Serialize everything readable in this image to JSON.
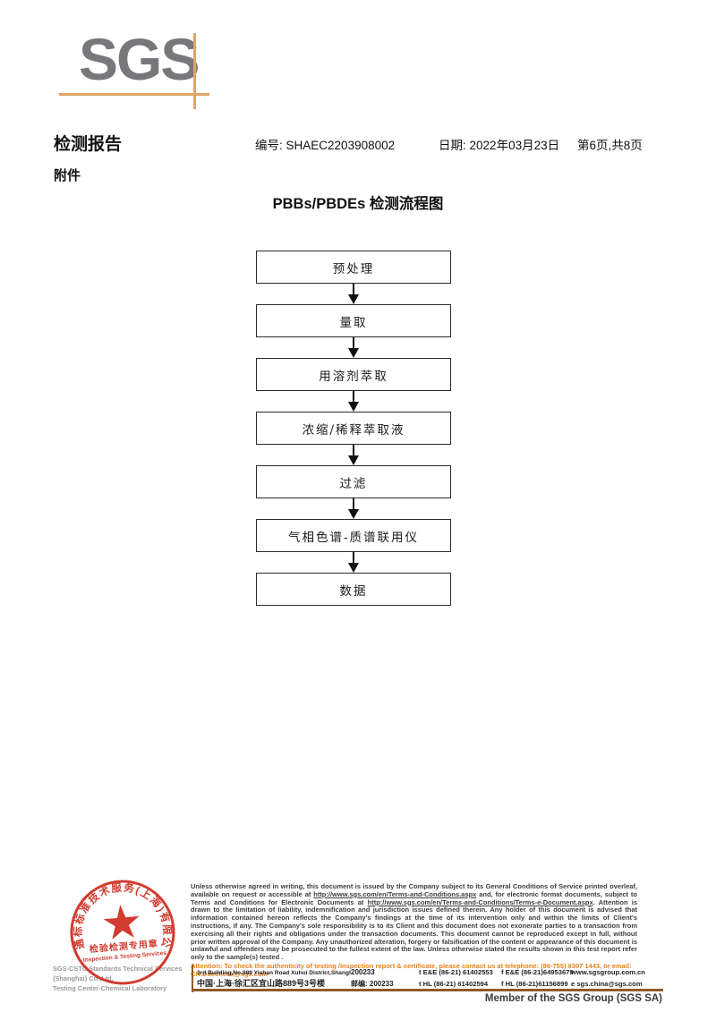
{
  "colors": {
    "stamp-red": "#cf2e21",
    "attention-orange": "#e8821e",
    "logo-gray": "#77787b",
    "tan": "#e2a368",
    "rule-brown": "#8f5a28"
  },
  "logo": {
    "text": "SGS"
  },
  "header": {
    "report_title": "检测报告",
    "no_label": "编号:",
    "no_value": "SHAEC2203908002",
    "date_label": "日期:",
    "date_value": "2022年03月23日",
    "page_info": "第6页,共8页",
    "attachment_label": "附件"
  },
  "flowchart": {
    "title": "PBBs/PBDEs 检测流程图",
    "steps": [
      "预处理",
      "量取",
      "用溶剂萃取",
      "浓缩/稀释萃取液",
      "过滤",
      "气相色谱-质谱联用仪",
      "数据"
    ]
  },
  "stamp": {
    "ring_text": "通标标准技术服务(上海)有限公司",
    "center_cn": "检验检测专用章",
    "center_en": "Inspection & Testing Services",
    "company_line1": "SGS-CSTC Standards Technical Services (Shanghai) Co.,Ltd.",
    "company_line2": "Testing Center-Chemical Laboratory"
  },
  "footer": {
    "legal_segments": [
      {
        "text": "Unless otherwise agreed in writing, this document is issued by the Company subject to its General Conditions of Service printed overleaf, available on request or accessible at ",
        "link": false
      },
      {
        "text": "http://www.sgs.com/en/Terms-and-Conditions.aspx",
        "link": true
      },
      {
        "text": " and, for electronic format documents, subject to Terms and Conditions for Electronic Documents at ",
        "link": false
      },
      {
        "text": "http://www.sgs.com/en/Terms-and-Conditions/Terms-e-Document.aspx",
        "link": true
      },
      {
        "text": ". Attention is drawn to the limitation of liability, indemnification and jurisdiction issues defined therein. Any holder of this document is advised that information contained hereon reflects the Company's findings at the time of its intervention only and within the limits of Client's instructions, if any. The Company's sole responsibility is to its Client and this document does not exonerate parties to a transaction from exercising all their rights and obligations under the transaction documents. This document cannot be reproduced except in full, without prior written approval of the Company. Any unauthorized alteration, forgery or falsification of the content or appearance of this document is unlawful and offenders may be prosecuted to the fullest extent of the law. Unless otherwise stated the results shown in this test report refer only to the sample(s) tested .",
        "link": false
      }
    ],
    "attention": "Attention: To check the authenticity of testing /inspection report & certificate, please contact us at telephone: (86-755) 8307 1443, or email: CN.Doccheck@sgs.com",
    "address_en": "3rd Building,No.889 Yishan Road Xuhui District,Shanghai China",
    "postcode_en": "200233",
    "tel_en": "t E&E (86-21) 61402553",
    "fax_en": "f E&E (86-21)64953679",
    "website": "www.sgsgroup.com.cn",
    "address_cn": "中国·上海·徐汇区宜山路889号3号楼",
    "postcode_cn": "邮编: 200233",
    "tel_cn": "t HL (86-21) 61402594",
    "fax_cn": "f HL (86-21)61156899",
    "email": "e sgs.china@sgs.com",
    "member": "Member of the SGS Group (SGS SA)"
  }
}
